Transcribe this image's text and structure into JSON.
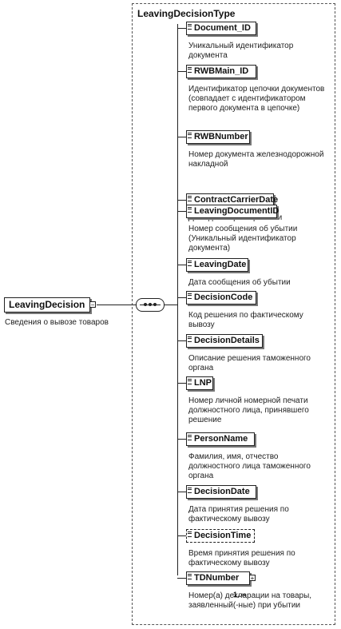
{
  "root": {
    "name": "LeavingDecision",
    "description": "Сведения о вывозе товаров"
  },
  "type_name": "LeavingDecisionType",
  "elements": [
    {
      "name": "Document_ID",
      "description": "Уникальный идентификатор документа",
      "optional": false
    },
    {
      "name": "RWBMain_ID",
      "description": "Идентификатор цепочки документов (совпадает с идентификатором первого документа в цепочке)",
      "optional": false
    },
    {
      "name": "RWBNumber",
      "description": "Номер документа железнодорожной накладной",
      "optional": false
    },
    {
      "name": "ContractCarrierDate",
      "description": "Дата договора перевозки",
      "optional": false
    },
    {
      "name": "LeavingDocumentID",
      "description": "Номер сообщения об убытии (Уникальный идентификатор документа)",
      "optional": false
    },
    {
      "name": "LeavingDate",
      "description": "Дата сообщения об убытии",
      "optional": false
    },
    {
      "name": "DecisionCode",
      "description": "Код решения по фактическому вывозу",
      "optional": false
    },
    {
      "name": "DecisionDetails",
      "description": "Описание решения таможенного органа",
      "optional": false
    },
    {
      "name": "LNP",
      "description": "Номер личной номерной печати должностного лица, принявшего решение",
      "optional": false
    },
    {
      "name": "PersonName",
      "description": "Фамилия, имя, отчество должностного лица таможенного органа",
      "optional": false
    },
    {
      "name": "DecisionDate",
      "description": "Дата принятия решения по фактическому вывозу",
      "optional": false
    },
    {
      "name": "DecisionTime",
      "description": "Время принятия решения по фактическому вывозу",
      "optional": true
    },
    {
      "name": "TDNumber",
      "description": "Номер(а) декларации на товары, заявленный(-ные) при убытии",
      "optional": false,
      "cardinality": "1..∞"
    }
  ]
}
